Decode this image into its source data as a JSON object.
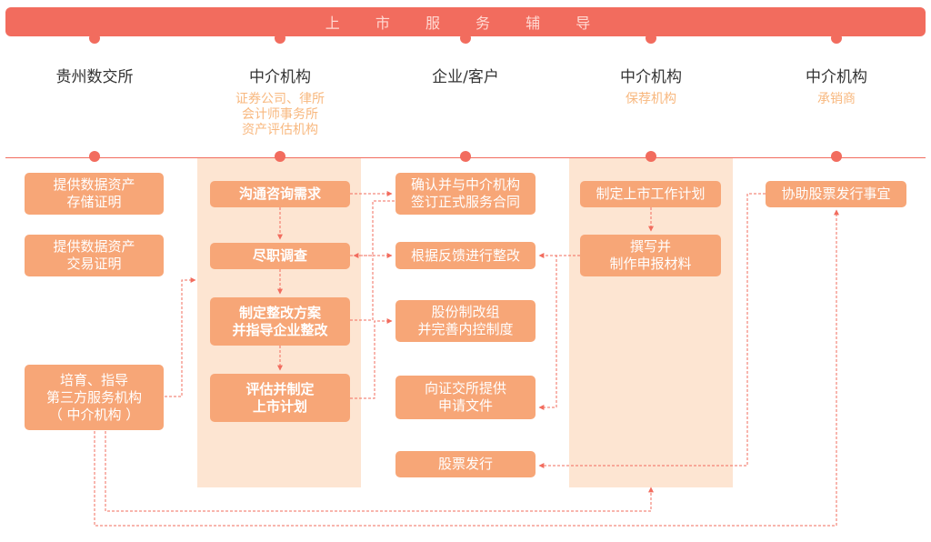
{
  "banner": {
    "title": "上 市 服 务 辅 导"
  },
  "columns": [
    {
      "title": "贵州数交所",
      "subtitle": ""
    },
    {
      "title": "中介机构",
      "subtitle": "证券公司、律所\n会计师事务所\n资产评估机构"
    },
    {
      "title": "企业/客户",
      "subtitle": ""
    },
    {
      "title": "中介机构",
      "subtitle": "保荐机构"
    },
    {
      "title": "中介机构",
      "subtitle": "承销商"
    }
  ],
  "boxes": {
    "exchange_storage": "提供数据资产\n存储证明",
    "exchange_trade": "提供数据资产\n交易证明",
    "exchange_cultivate": "培育、指导\n第三方服务机构\n（ 中介机构 ）",
    "agency_consult": "沟通咨询需求",
    "agency_due_diligence": "尽职调查",
    "agency_rectify_plan": "制定整改方案\n并指导企业整改",
    "agency_evaluate": "评估并制定\n上市计划",
    "client_contract": "确认并与中介机构\n签订正式服务合同",
    "client_feedback": "根据反馈进行整改",
    "client_reform": "股份制改组\n并完善内控制度",
    "client_submit": "向证交所提供\n申请文件",
    "client_issue": "股票发行",
    "sponsor_plan": "制定上市工作计划",
    "sponsor_materials": "撰写并\n制作申报材料",
    "underwriter_assist": "协助股票发行事宜"
  },
  "colors": {
    "accent": "#f26c5e",
    "box": "#f7a677",
    "band": "#fde5d2",
    "subtitle": "#f8b87f",
    "connector": "#f26c5e"
  }
}
